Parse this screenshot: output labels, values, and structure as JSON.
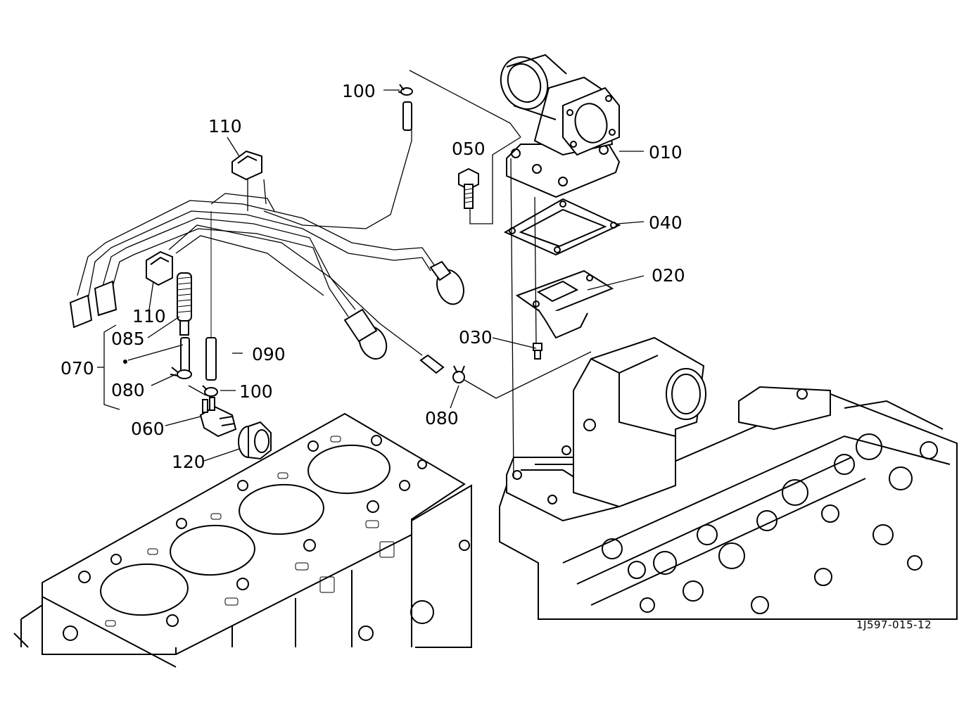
{
  "diagram": {
    "drawing_code": "1J597-015-12",
    "callouts": {
      "p010": "010",
      "p020": "020",
      "p030": "030",
      "p040": "040",
      "p050": "050",
      "p060": "060",
      "p070": "070",
      "p080a": "080",
      "p080b": "080",
      "p085": "085",
      "p090": "090",
      "p100a": "100",
      "p100b": "100",
      "p110a": "110",
      "p110b": "110",
      "p120": "120"
    }
  }
}
